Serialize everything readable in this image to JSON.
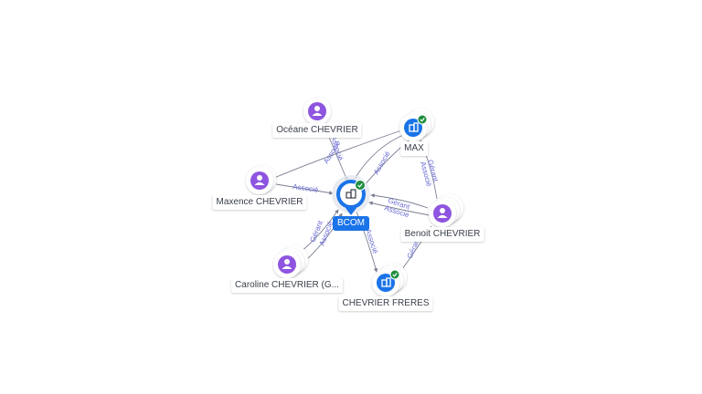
{
  "nodes": {
    "center": {
      "label": "BCOM",
      "icon": "company-icon",
      "verified": true
    },
    "oceane": {
      "label": "Océane CHEVRIER",
      "icon": "person-icon"
    },
    "maxence": {
      "label": "Maxence CHEVRIER",
      "icon": "person-icon"
    },
    "caroline": {
      "label": "Caroline CHEVRIER (G...",
      "icon": "person-icon"
    },
    "max": {
      "label": "MAX",
      "icon": "company-icon",
      "verified": true
    },
    "benoit": {
      "label": "Benoit CHEVRIER",
      "icon": "person-icon"
    },
    "freres": {
      "label": "CHEVRIER FRERES",
      "icon": "company-icon",
      "verified": true
    }
  },
  "edges": {
    "oceane_center": "Associé",
    "maxence_center": "Associé",
    "maxence_max": "Associé",
    "caroline_center_a": "Gérant",
    "caroline_center_b": "Associé",
    "center_max": "Associé",
    "benoit_center_a": "Gérant",
    "benoit_center_b": "Associé",
    "benoit_max_a": "Gérant",
    "benoit_max_b": "Associé",
    "center_freres": "Associé",
    "benoit_freres": "Gérant"
  },
  "colors": {
    "person": "#8e55e0",
    "company": "#1a73e8",
    "verified": "#1e8e3e",
    "edge": "#7a7f92",
    "edge_label": "#6a6ad6"
  }
}
